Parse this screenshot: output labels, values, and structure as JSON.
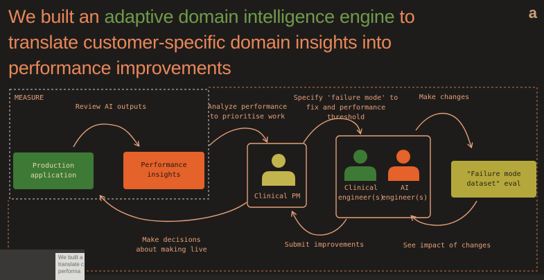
{
  "slide": {
    "title_part1": "We built an ",
    "title_highlight": "adaptive domain intelligence engine",
    "title_part2": " to translate customer-specific domain insights into performance improvements",
    "logo": "a"
  },
  "measure": {
    "label": "MEASURE"
  },
  "nodes": {
    "production": "Production application",
    "performance": "Performance insights",
    "clinical_pm": "Clinical PM",
    "clinical_eng": "Clinical engineer(s)",
    "ai_eng": "AI engineer(s)",
    "failure_eval": "\"Failure mode dataset\" eval"
  },
  "arrows": {
    "review": "Review AI outputs",
    "analyze": "Analyze performance to prioritise work",
    "specify": "Specify 'failure mode' to fix and performance threshold",
    "make_changes": "Make changes",
    "make_decisions": "Make decisions about making live",
    "submit": "Submit improvements",
    "see_impact": "See impact of changes"
  },
  "thumbnail": {
    "text": "We built a translate c performa"
  },
  "colors": {
    "background": "#1e1c1a",
    "title": "#e8875a",
    "highlight": "#6f9a4c",
    "green_box": "#3d7a35",
    "orange_box": "#e5622b",
    "olive_box": "#b4a83d",
    "arrow": "#e3a07a",
    "person_olive": "#c2b54e",
    "person_green": "#3d7a35",
    "person_orange": "#e5622b"
  }
}
